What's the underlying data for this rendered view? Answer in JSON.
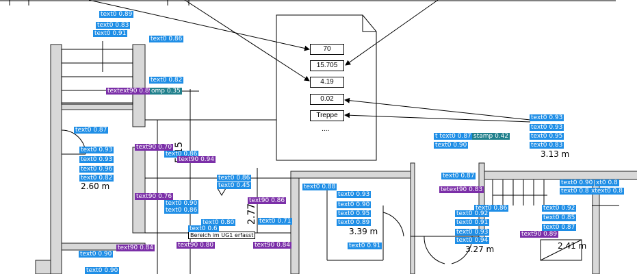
{
  "document_panel": {
    "fields": [
      "70",
      "15.705",
      "4.19",
      "0.02",
      "Treppe"
    ],
    "ellipsis": "...."
  },
  "detection_labels": [
    {
      "text": "text0  0.89",
      "color": "blue"
    },
    {
      "text": "text0  0.83",
      "color": "blue"
    },
    {
      "text": "text0  0.91",
      "color": "blue"
    },
    {
      "text": "text0  0.86",
      "color": "blue"
    },
    {
      "text": "text0  0.82",
      "color": "blue"
    },
    {
      "text": "textext90  0.89",
      "color": "purple"
    },
    {
      "text": "omp  0.35",
      "color": "teal"
    },
    {
      "text": "text0  0.87",
      "color": "blue"
    },
    {
      "text": "text0  0.93",
      "color": "blue"
    },
    {
      "text": "text0  0.93",
      "color": "blue"
    },
    {
      "text": "text0  0.96",
      "color": "blue"
    },
    {
      "text": "text0  0.82",
      "color": "blue"
    },
    {
      "text": "text90  0.70",
      "color": "purple"
    },
    {
      "text": "text0  0.86",
      "color": "blue"
    },
    {
      "text": "text90  0.94",
      "color": "purple"
    },
    {
      "text": "text0  0.86",
      "color": "blue"
    },
    {
      "text": "text0  0.45",
      "color": "blue"
    },
    {
      "text": "text90  0.76",
      "color": "purple"
    },
    {
      "text": "text0  0.90",
      "color": "blue"
    },
    {
      "text": "text0  0.86",
      "color": "blue"
    },
    {
      "text": "text90  0.86",
      "color": "purple"
    },
    {
      "text": "text0  0.80",
      "color": "blue"
    },
    {
      "text": "text0  0.71",
      "color": "blue"
    },
    {
      "text": "text0  0.6",
      "color": "blue"
    },
    {
      "text": "text90  0.80",
      "color": "purple"
    },
    {
      "text": "text90  0.84",
      "color": "purple"
    },
    {
      "text": "text90  0.84",
      "color": "purple"
    },
    {
      "text": "text0  0.90",
      "color": "blue"
    },
    {
      "text": "text0  0.90",
      "color": "blue"
    },
    {
      "text": "text0  0.88",
      "color": "blue"
    },
    {
      "text": "text0  0.93",
      "color": "blue"
    },
    {
      "text": "text0  0.90",
      "color": "blue"
    },
    {
      "text": "text0  0.95",
      "color": "blue"
    },
    {
      "text": "text0  0.89",
      "color": "blue"
    },
    {
      "text": "text0  0.91",
      "color": "blue"
    },
    {
      "text": "t text0  0.87",
      "color": "blue"
    },
    {
      "text": "stamp  0.42",
      "color": "teal"
    },
    {
      "text": "text0  0.90",
      "color": "blue"
    },
    {
      "text": "text0  0.93",
      "color": "blue"
    },
    {
      "text": "text0  0.93",
      "color": "blue"
    },
    {
      "text": "text0  0.95",
      "color": "blue"
    },
    {
      "text": "text0  0.83",
      "color": "blue"
    },
    {
      "text": "text0  0.87",
      "color": "blue"
    },
    {
      "text": "tetext90  0.83",
      "color": "purple"
    },
    {
      "text": "text0  0.86",
      "color": "blue"
    },
    {
      "text": "text0  0.92",
      "color": "blue"
    },
    {
      "text": "text0  0.91",
      "color": "blue"
    },
    {
      "text": "text0  0.93",
      "color": "blue"
    },
    {
      "text": "text0  0.94",
      "color": "blue"
    },
    {
      "text": "text0  0.92",
      "color": "blue"
    },
    {
      "text": "text0  0.85",
      "color": "blue"
    },
    {
      "text": "text0  0.87",
      "color": "blue"
    },
    {
      "text": "text90  0.89",
      "color": "purple"
    },
    {
      "text": "text0  0.90",
      "color": "blue"
    },
    {
      "text": "xt0  0.8",
      "color": "blue"
    },
    {
      "text": "text0  0.8",
      "color": "blue"
    },
    {
      "text": "xtext0  0.8",
      "color": "blue"
    }
  ],
  "plan_texts": {
    "area_left": "2.60 m",
    "area_mid": "3.39 m",
    "area_center": "3.27 m",
    "area_right": "2.41 m",
    "area_top_right": "3.13 m",
    "dimension_515": "5.15",
    "dimension_277": "2.77",
    "note": "Bereich im UG1 erfasst"
  },
  "colors": {
    "detection_blue": "#1f8ee6",
    "detection_purple": "#7b2fa8",
    "detection_teal": "#20808c"
  }
}
